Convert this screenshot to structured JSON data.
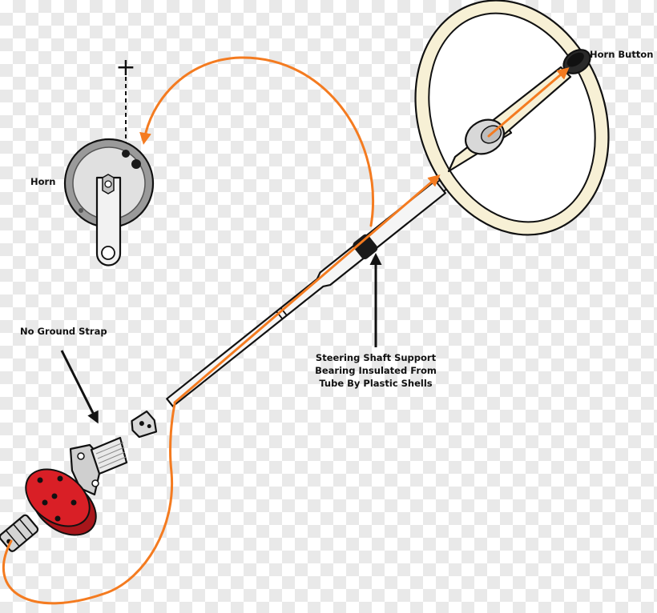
{
  "labels": {
    "horn": "Horn",
    "horn_button": "Horn Button",
    "no_ground_strap": "No Ground Strap",
    "bearing_line1": "Steering Shaft Support",
    "bearing_line2": "Bearing Insulated From",
    "bearing_line3": "Tube By Plastic Shells",
    "plus_sign": "+"
  },
  "colors": {
    "wire": "#f47b20",
    "outline": "#111111",
    "wheel_rim": "#f7f0d5",
    "metal": "#d9d9d9",
    "coupler": "#d91f26"
  }
}
